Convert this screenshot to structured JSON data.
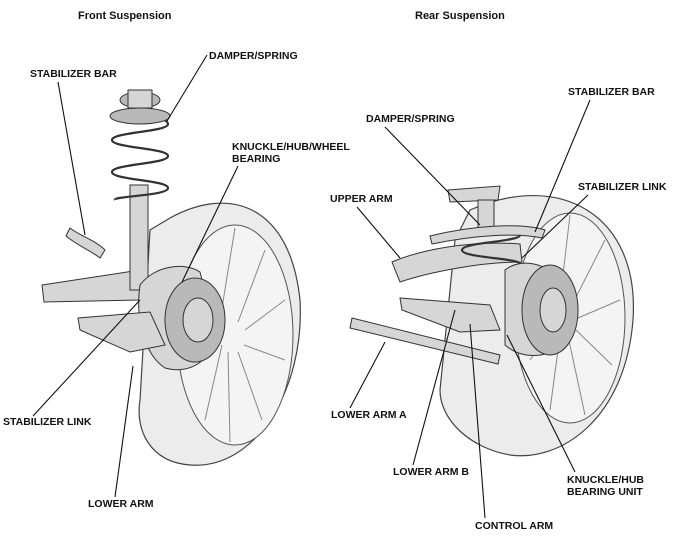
{
  "titles": {
    "front": "Front Suspension",
    "rear": "Rear Suspension"
  },
  "front_labels": {
    "damper_spring": "DAMPER/SPRING",
    "stabilizer_bar": "STABILIZER BAR",
    "knuckle_line1": "KNUCKLE/HUB/WHEEL",
    "knuckle_line2": "BEARING",
    "stabilizer_link": "STABILIZER LINK",
    "lower_arm": "LOWER ARM"
  },
  "rear_labels": {
    "stabilizer_bar": "STABILIZER BAR",
    "damper_spring": "DAMPER/SPRING",
    "stabilizer_link": "STABILIZER LINK",
    "upper_arm": "UPPER ARM",
    "lower_arm_a": "LOWER ARM A",
    "lower_arm_b": "LOWER ARM B",
    "knuckle_line1": "KNUCKLE/HUB",
    "knuckle_line2": "BEARING UNIT",
    "control_arm": "CONTROL ARM"
  }
}
